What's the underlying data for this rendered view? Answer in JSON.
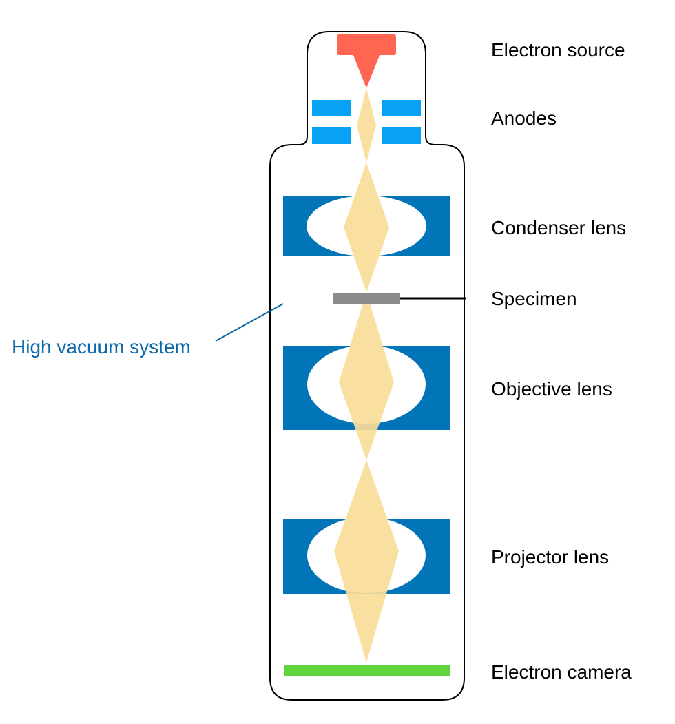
{
  "labels": {
    "electron_source": "Electron source",
    "anodes": "Anodes",
    "condenser_lens": "Condenser lens",
    "specimen": "Specimen",
    "objective_lens": "Objective lens",
    "projector_lens": "Projector lens",
    "electron_camera": "Electron camera",
    "high_vacuum_system": "High vacuum system"
  },
  "colors": {
    "source": "#ff6550",
    "anode": "#08a1f3",
    "lens": "#0274b8",
    "beam": "#f8dc98",
    "specimen": "#8c8c8c",
    "camera": "#60d43c",
    "vacuum_label": "#0b68a8",
    "outline": "#000000"
  }
}
